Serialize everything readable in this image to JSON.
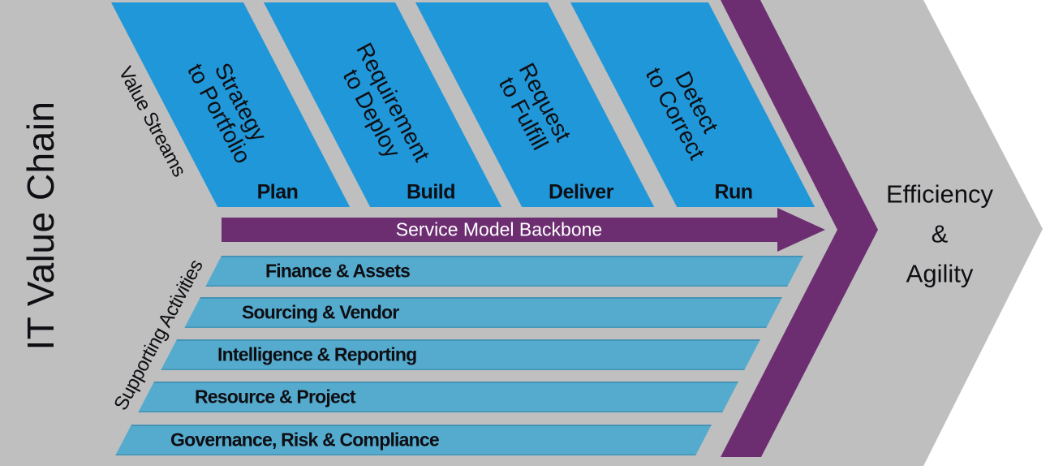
{
  "title": "IT Value Chain",
  "colors": {
    "canvas": "#ffffff",
    "gray": "#bfbfbf",
    "stream_blue": "#2097d8",
    "bar_teal": "#55abce",
    "purple": "#6c2e71",
    "ink": "#0e0e13",
    "white_text": "#ffffff"
  },
  "value_streams": {
    "label": "Value Streams",
    "streams": [
      {
        "line1": "Strategy",
        "line2": "to Portfolio",
        "phase": "Plan"
      },
      {
        "line1": "Requirement",
        "line2": "to Deploy",
        "phase": "Build"
      },
      {
        "line1": "Request",
        "line2": "to Fulfill",
        "phase": "Deliver"
      },
      {
        "line1": "Detect",
        "line2": "to Correct",
        "phase": "Run"
      }
    ]
  },
  "backbone": {
    "label": "Service Model Backbone"
  },
  "supporting_activities": {
    "label": "Supporting Activities",
    "items": [
      {
        "label": "Finance & Assets"
      },
      {
        "label": "Sourcing & Vendor"
      },
      {
        "label": "Intelligence & Reporting"
      },
      {
        "label": "Resource & Project"
      },
      {
        "label": "Governance, Risk & Compliance"
      }
    ]
  },
  "outcome": {
    "line1": "Efficiency",
    "line2": "&",
    "line3": "Agility"
  }
}
